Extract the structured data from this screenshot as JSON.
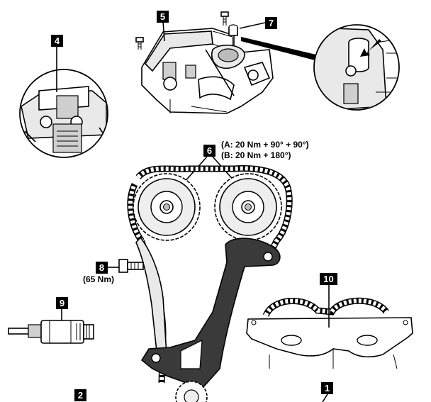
{
  "callouts": {
    "c1": "1",
    "c2": "2",
    "c4": "4",
    "c5": "5",
    "c6": "6",
    "c7": "7",
    "c8": "8",
    "c9": "9",
    "c10": "10"
  },
  "torque": {
    "a": "(A: 20 Nm + 90° + 90°)",
    "b": "(B: 20 Nm + 180°)",
    "tensioner": "(65 Nm)"
  }
}
